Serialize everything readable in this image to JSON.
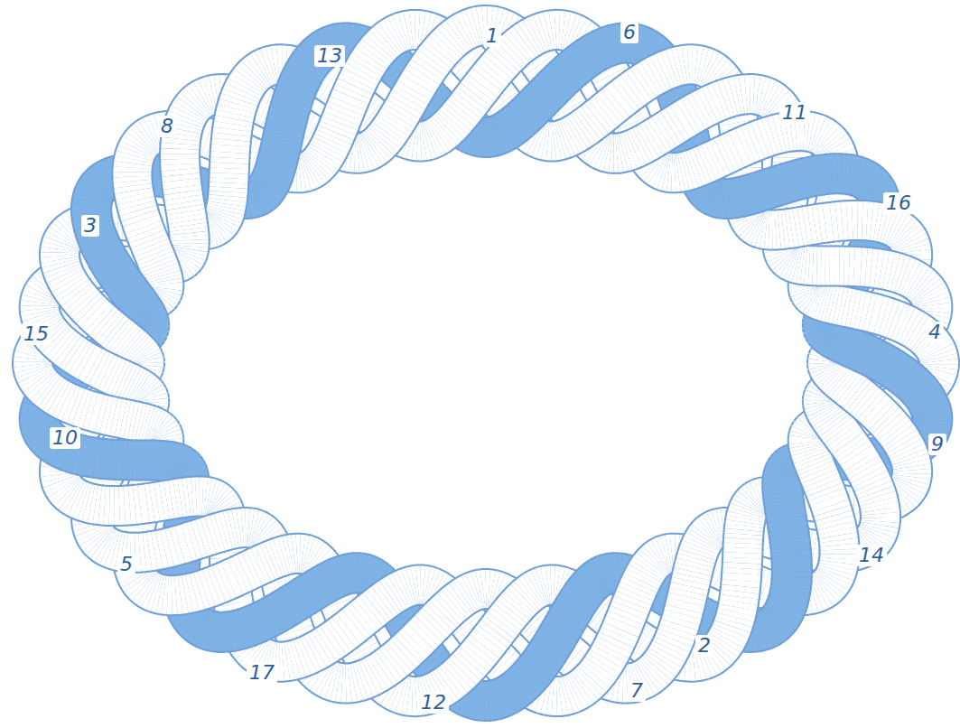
{
  "diagram": {
    "labels": [
      "13",
      "1",
      "6",
      "8",
      "11",
      "16",
      "3",
      "15",
      "4",
      "10",
      "9",
      "5",
      "14",
      "2",
      "17",
      "12",
      "7"
    ]
  }
}
